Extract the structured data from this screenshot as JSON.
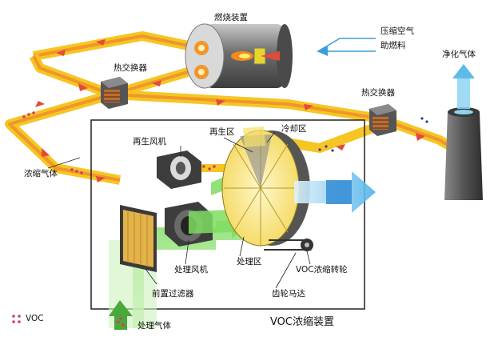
{
  "labels": {
    "burner": "燃烧装置",
    "compressed_air": "压缩空气",
    "auxiliary_fuel": "助燃料",
    "purified_gas": "净化气体",
    "heat_exchanger_left": "热交换器",
    "heat_exchanger_right": "热交换器",
    "regen_fan": "再生风机",
    "regen_zone": "再生区",
    "cooling_zone": "冷却区",
    "concentrated_gas": "浓缩气体",
    "process_fan": "处理风机",
    "process_zone": "处理区",
    "voc_rotor": "VOC浓缩转轮",
    "pre_filter": "前置过滤器",
    "gear_motor": "齿轮马达",
    "process_gas": "处理气体",
    "voc_legend": "VOC",
    "system_title": "VOC浓缩装置"
  },
  "colors": {
    "pipe_yellow": "#f5c623",
    "pipe_orange": "#f0962a",
    "voc_red": "#d63a6a",
    "green_flow": "#86e06a",
    "blue_flow": "#7ec8f0",
    "burner_grey": "#7a7a7a"
  }
}
